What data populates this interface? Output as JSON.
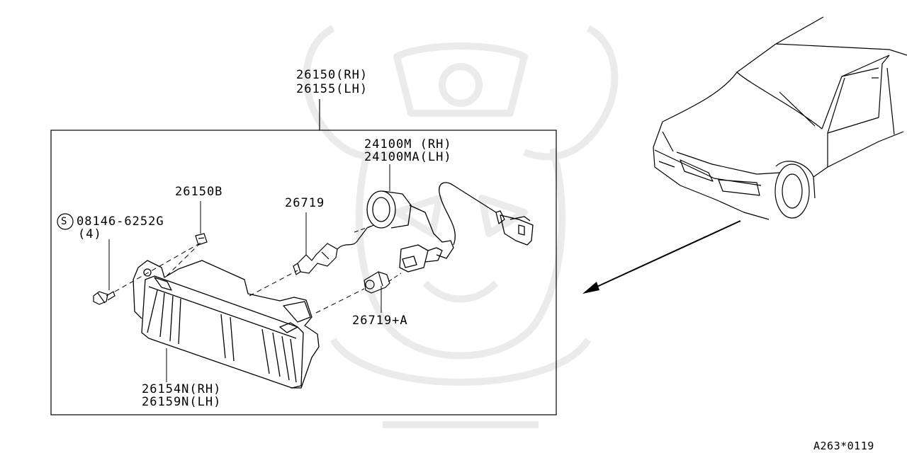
{
  "diagram": {
    "assembly": {
      "rh": "26150(RH)",
      "lh": "26155(LH)"
    },
    "socket": {
      "rh": "24100M (RH)",
      "lh": "24100MA(LH)"
    },
    "clip": "26150B",
    "bolt": {
      "symbol": "S",
      "part": "08146-6252G",
      "qty": "(4)"
    },
    "bulb_main": "26719",
    "bulb_small": "26719+A",
    "lens": {
      "rh": "26154N(RH)",
      "lh": "26159N(LH)"
    },
    "figure_ref": "A263*0119"
  },
  "colors": {
    "line": "#000000",
    "watermark": "#e9e9e9",
    "background": "#ffffff"
  }
}
